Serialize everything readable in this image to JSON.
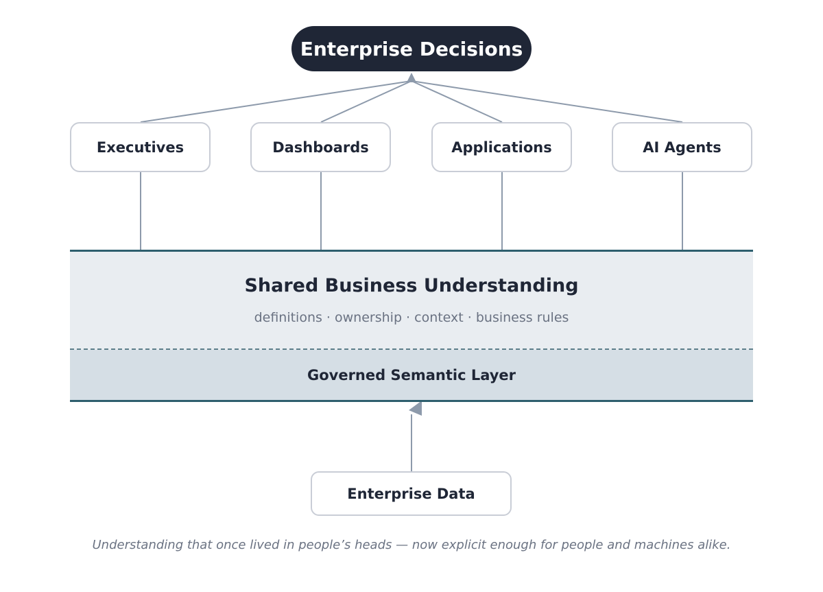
{
  "top_node": {
    "label": "Enterprise Decisions"
  },
  "consumers": [
    {
      "label": "Executives"
    },
    {
      "label": "Dashboards"
    },
    {
      "label": "Applications"
    },
    {
      "label": "AI Agents"
    }
  ],
  "shared_layer": {
    "title": "Shared Business Understanding",
    "subtitle": "definitions · ownership · context · business rules"
  },
  "semantic_layer": {
    "label": "Governed Semantic Layer"
  },
  "source_node": {
    "label": "Enterprise Data"
  },
  "caption": "Understanding that once lived in people’s heads — now explicit enough for people and machines alike.",
  "colors": {
    "dark_node": "#1f2636",
    "connector": "#8d9aab",
    "band_border": "#2e5f6e",
    "upper_band": "#e9edf1",
    "lower_band": "#d5dee5"
  }
}
